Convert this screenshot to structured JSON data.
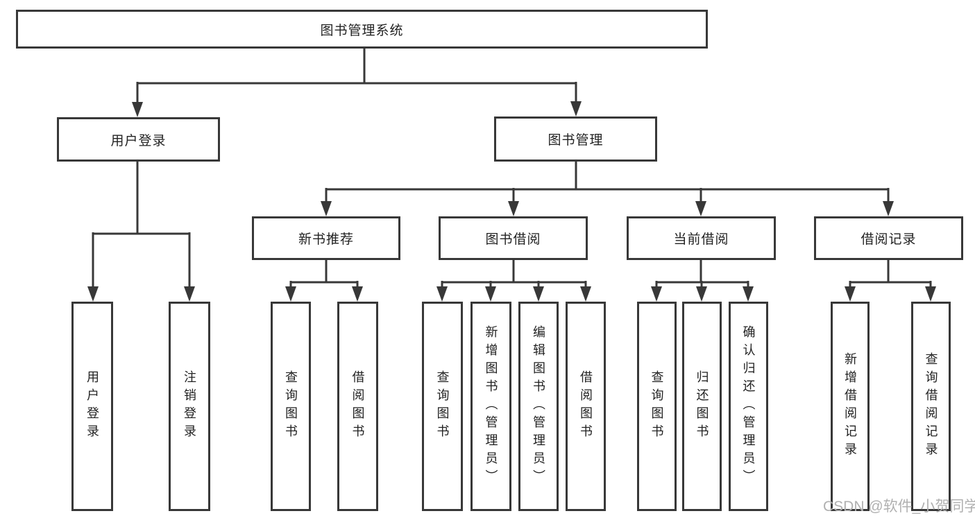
{
  "diagram": {
    "title": "图书管理系统",
    "tree": {
      "root": {
        "label": "图书管理系统"
      },
      "branches": [
        {
          "label": "用户登录",
          "children": [
            {
              "label": "用户登录"
            },
            {
              "label": "注销登录"
            }
          ]
        },
        {
          "label": "图书管理",
          "children": [
            {
              "label": "新书推荐",
              "children": [
                {
                  "label": "查询图书"
                },
                {
                  "label": "借阅图书"
                }
              ]
            },
            {
              "label": "图书借阅",
              "children": [
                {
                  "label": "查询图书"
                },
                {
                  "label": "新增图书（管理员）"
                },
                {
                  "label": "编辑图书（管理员）"
                },
                {
                  "label": "借阅图书"
                }
              ]
            },
            {
              "label": "当前借阅",
              "children": [
                {
                  "label": "查询图书"
                },
                {
                  "label": "归还图书"
                },
                {
                  "label": "确认归还（管理员）"
                }
              ]
            },
            {
              "label": "借阅记录",
              "children": [
                {
                  "label": "新增借阅记录"
                },
                {
                  "label": "查询借阅记录"
                }
              ]
            }
          ]
        }
      ]
    },
    "colors": {
      "line": "#383838",
      "text": "#222222",
      "watermark": "#b0b0b0",
      "background": "#ffffff"
    }
  },
  "watermark": "CSDN @软件_小贺同学"
}
